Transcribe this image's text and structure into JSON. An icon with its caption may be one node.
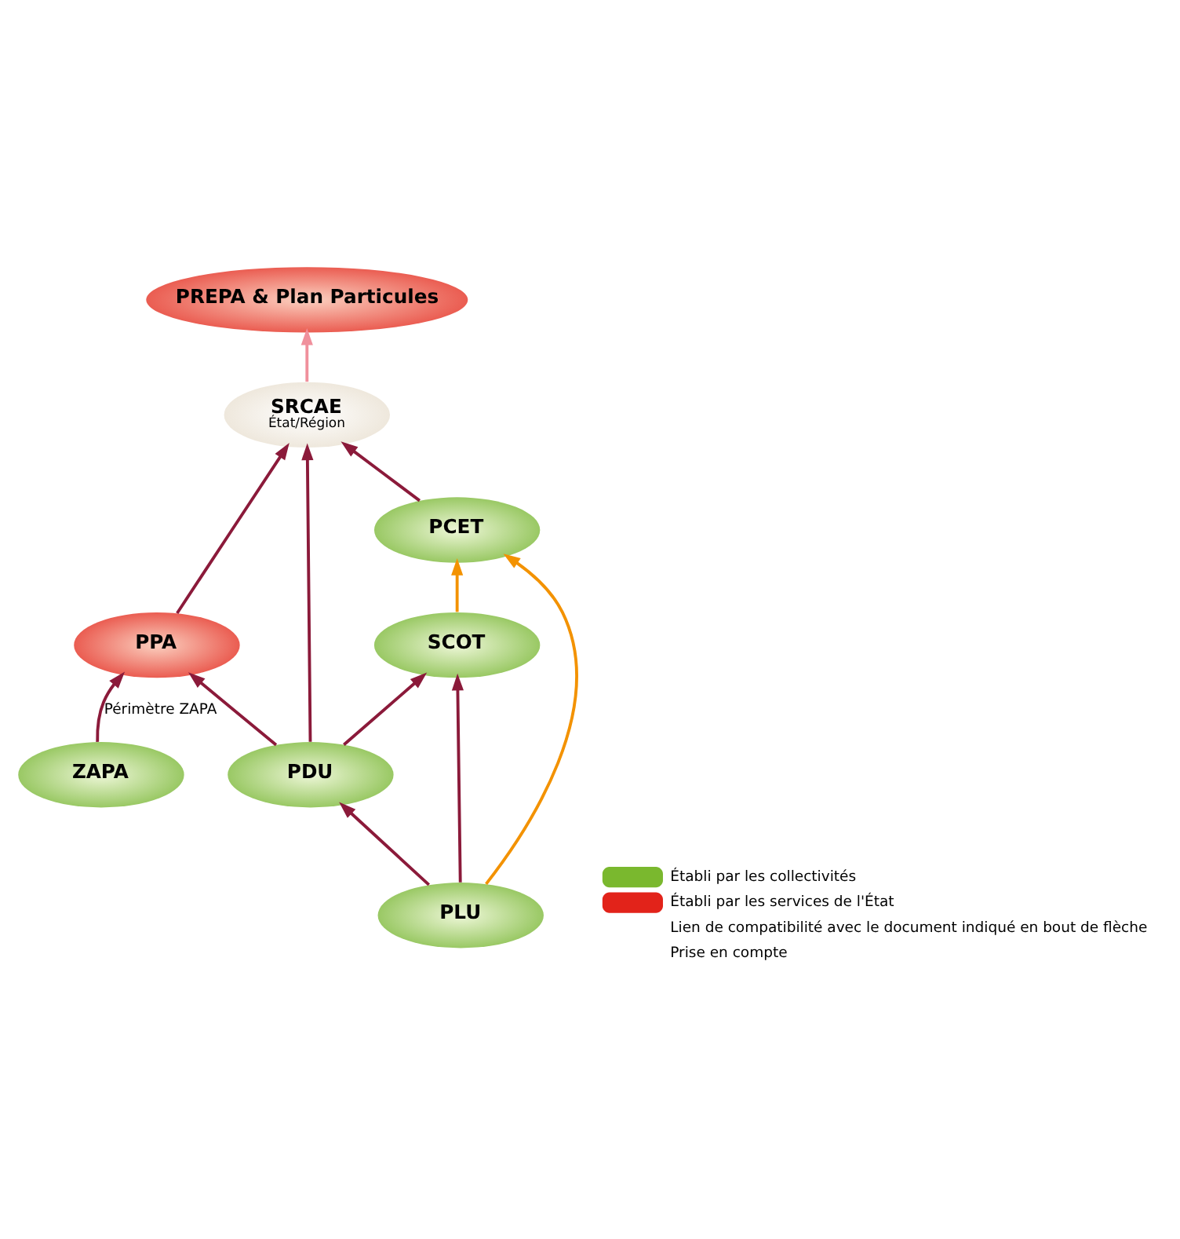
{
  "diagram": {
    "nodes": [
      {
        "text": [
          "PREPA & Plan Particules"
        ]
      },
      {
        "text": [
          "SRCAE",
          "État/Région"
        ]
      },
      {
        "text": [
          "PPA"
        ]
      },
      {
        "text": [
          "ZAPA"
        ]
      },
      {
        "text": [
          "PDU"
        ]
      },
      {
        "text": [
          "PLU"
        ]
      },
      {
        "text": [
          "SCOT"
        ]
      },
      {
        "text": [
          "PCET"
        ]
      }
    ],
    "edges": [
      {
        "from": 1,
        "to": 0,
        "arrow": "to",
        "color": "#f0909c"
      },
      {
        "from": 2,
        "to": 1,
        "arrow": "to"
      },
      {
        "from": 4,
        "to": 1,
        "arrow": "to"
      },
      {
        "from": 7,
        "to": 1,
        "arrow": "to"
      },
      {
        "from": 3,
        "to": 2,
        "arrow": "to",
        "label": "Périmètre ZAPA"
      },
      {
        "from": 4,
        "to": 2,
        "arrow": "to"
      },
      {
        "from": 5,
        "to": 4,
        "arrow": "to"
      },
      {
        "from": 4,
        "to": 6,
        "arrow": "to"
      },
      {
        "from": 5,
        "to": 6,
        "arrow": "to"
      },
      {
        "from": 6,
        "to": 7,
        "arrow": "to",
        "color": "#f39200"
      },
      {
        "from": 5,
        "to": 7,
        "arrow": "to",
        "color": "#f39200"
      }
    ],
    "legend": [
      {
        "text": "Établi par les collectivités",
        "color": "#7ab82e"
      },
      {
        "text": "Établi par les services de l'État",
        "color": "#e2231a"
      },
      {
        "text": "Lien de compatibilité avec le document indiqué en bout de flèche"
      },
      {
        "text": "Prise en compte"
      }
    ]
  }
}
